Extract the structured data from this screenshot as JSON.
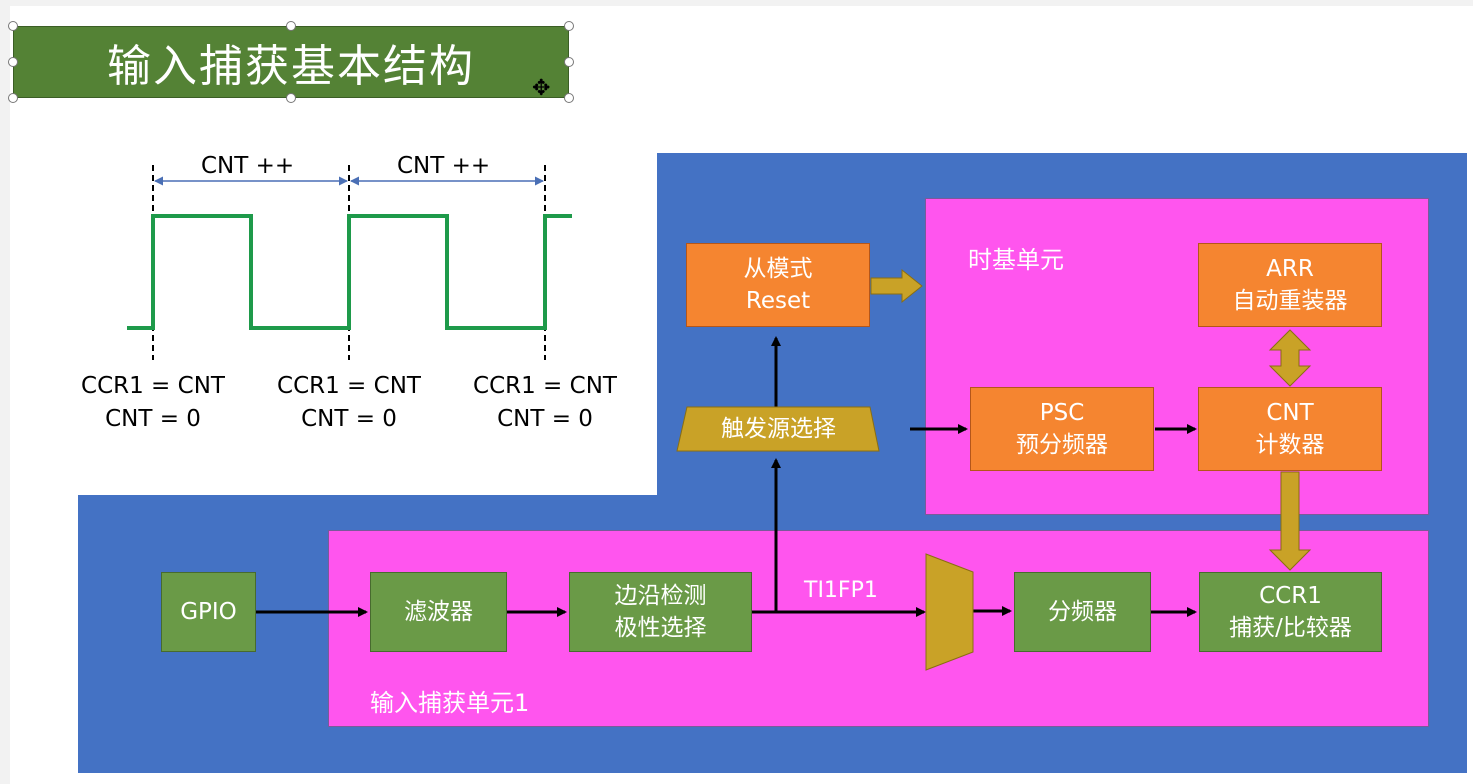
{
  "title": "输入捕获基本结构",
  "waveform": {
    "intervals": [
      "CNT ++",
      "CNT ++"
    ],
    "events": [
      {
        "line1": "CCR1 = CNT",
        "line2": "CNT = 0"
      },
      {
        "line1": "CCR1 = CNT",
        "line2": "CNT = 0"
      },
      {
        "line1": "CCR1 = CNT",
        "line2": "CNT = 0"
      }
    ]
  },
  "diagram": {
    "timebase_label": "时基单元",
    "capture_unit_label": "输入捕获单元1",
    "signal_label": "TI1FP1",
    "slave_mode": {
      "line1": "从模式",
      "line2": "Reset"
    },
    "trigger_select": "触发源选择",
    "arr": {
      "line1": "ARR",
      "line2": "自动重装器"
    },
    "psc": {
      "line1": "PSC",
      "line2": "预分频器"
    },
    "cnt": {
      "line1": "CNT",
      "line2": "计数器"
    },
    "gpio": "GPIO",
    "filter": "滤波器",
    "edge_detect": {
      "line1": "边沿检测",
      "line2": "极性选择"
    },
    "prescaler": "分频器",
    "ccr1": {
      "line1": "CCR1",
      "line2": "捕获/比较器"
    }
  },
  "colors": {
    "title_bg": "#548235",
    "blue_region": "#4472c4",
    "pink_region": "#ff55ee",
    "orange_box": "#f58530",
    "green_box": "#6a9a47",
    "gold_arrow": "#c9a227",
    "wave": "#1e9a4a"
  }
}
